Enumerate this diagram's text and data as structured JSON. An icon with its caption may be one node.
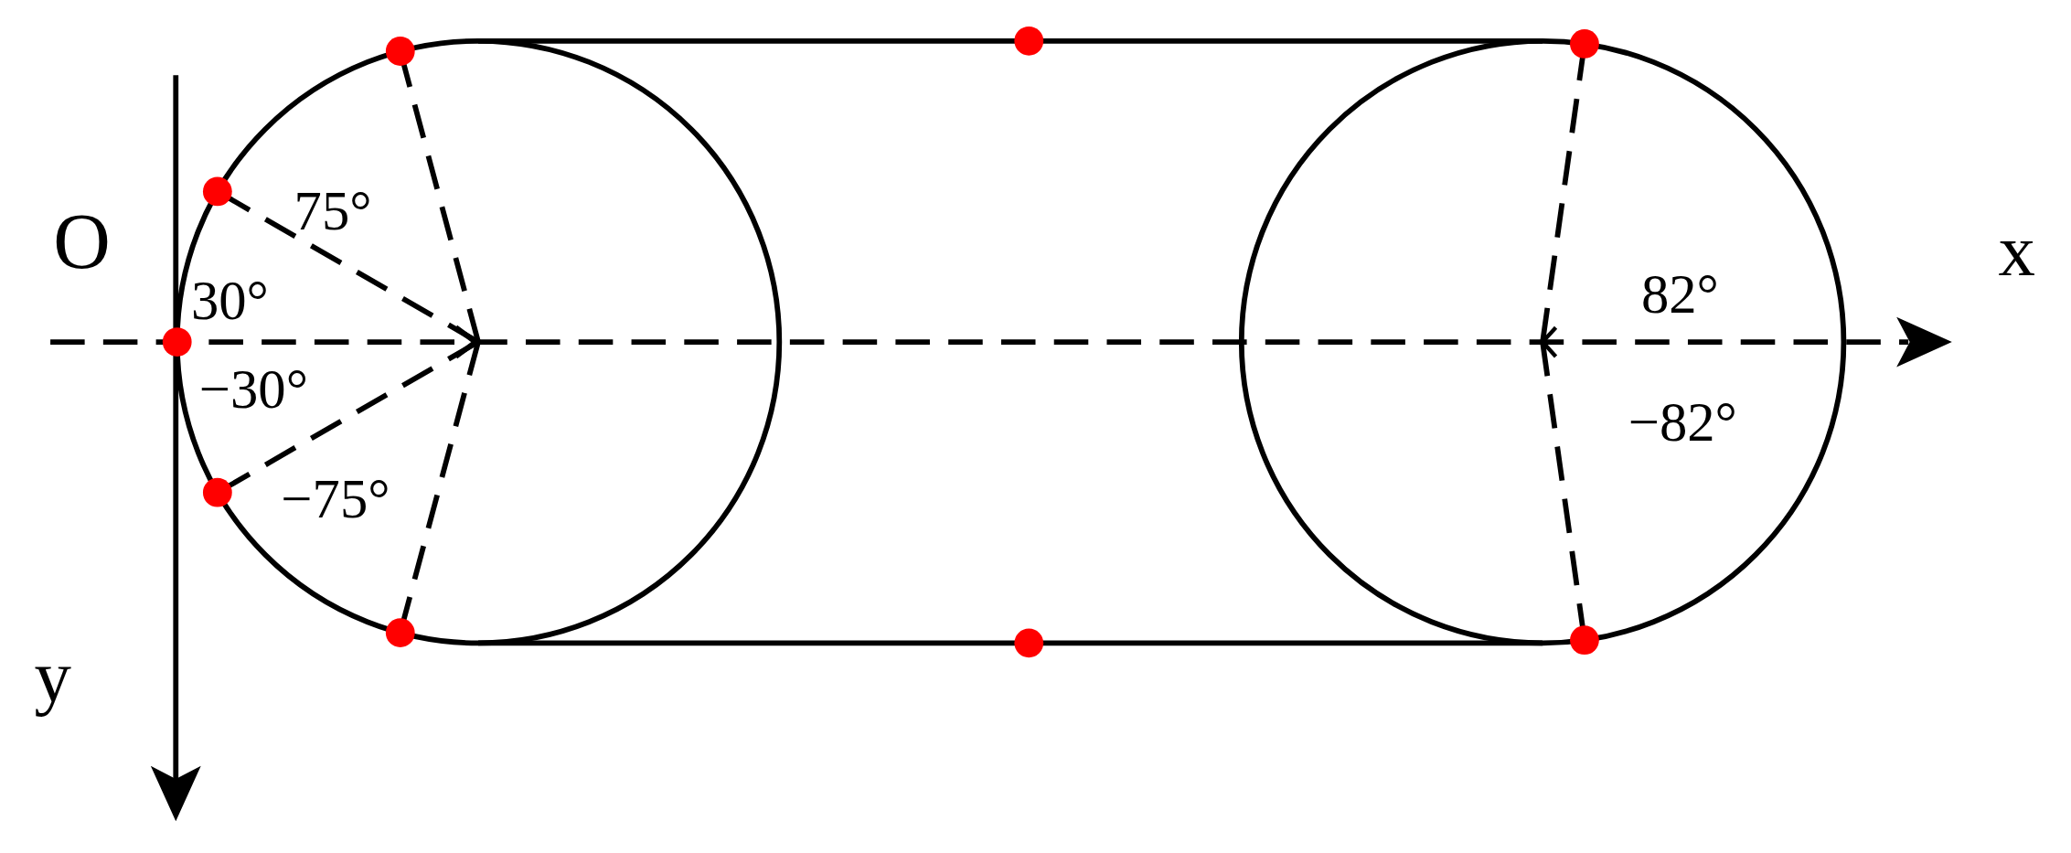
{
  "diagram": {
    "labels": [
      "O",
      "x",
      "75°",
      "30°",
      "82°",
      "−30°",
      "−82°",
      "−75°",
      "y"
    ]
  }
}
